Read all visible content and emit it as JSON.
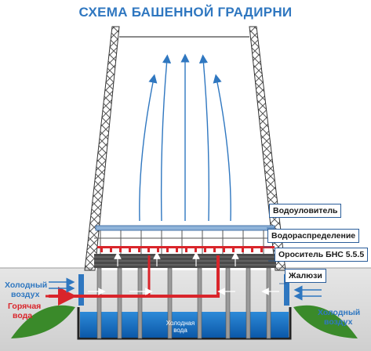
{
  "title": "СХЕМА БАШЕННОЙ ГРАДИРНИ",
  "labels": {
    "drift_eliminator": "Водоуловитель",
    "water_distribution": "Водораспределение",
    "fill": "Ороситель БНС 5.5.5",
    "louvers": "Жалюзи"
  },
  "air_left": {
    "line1": "Холодный",
    "line2": "воздух"
  },
  "air_right": {
    "line1": "Холодный",
    "line2": "воздух"
  },
  "hot_water": {
    "line1": "Горячая",
    "line2": "вода"
  },
  "basin": {
    "line1": "Холодная",
    "line2": "вода"
  },
  "colors": {
    "accent": "#2f77c0",
    "hot": "#d9252b",
    "water": "#1570c4",
    "leaf": "#3a8a2a"
  },
  "icons": [
    "leaf-icon",
    "watermark-logo"
  ]
}
